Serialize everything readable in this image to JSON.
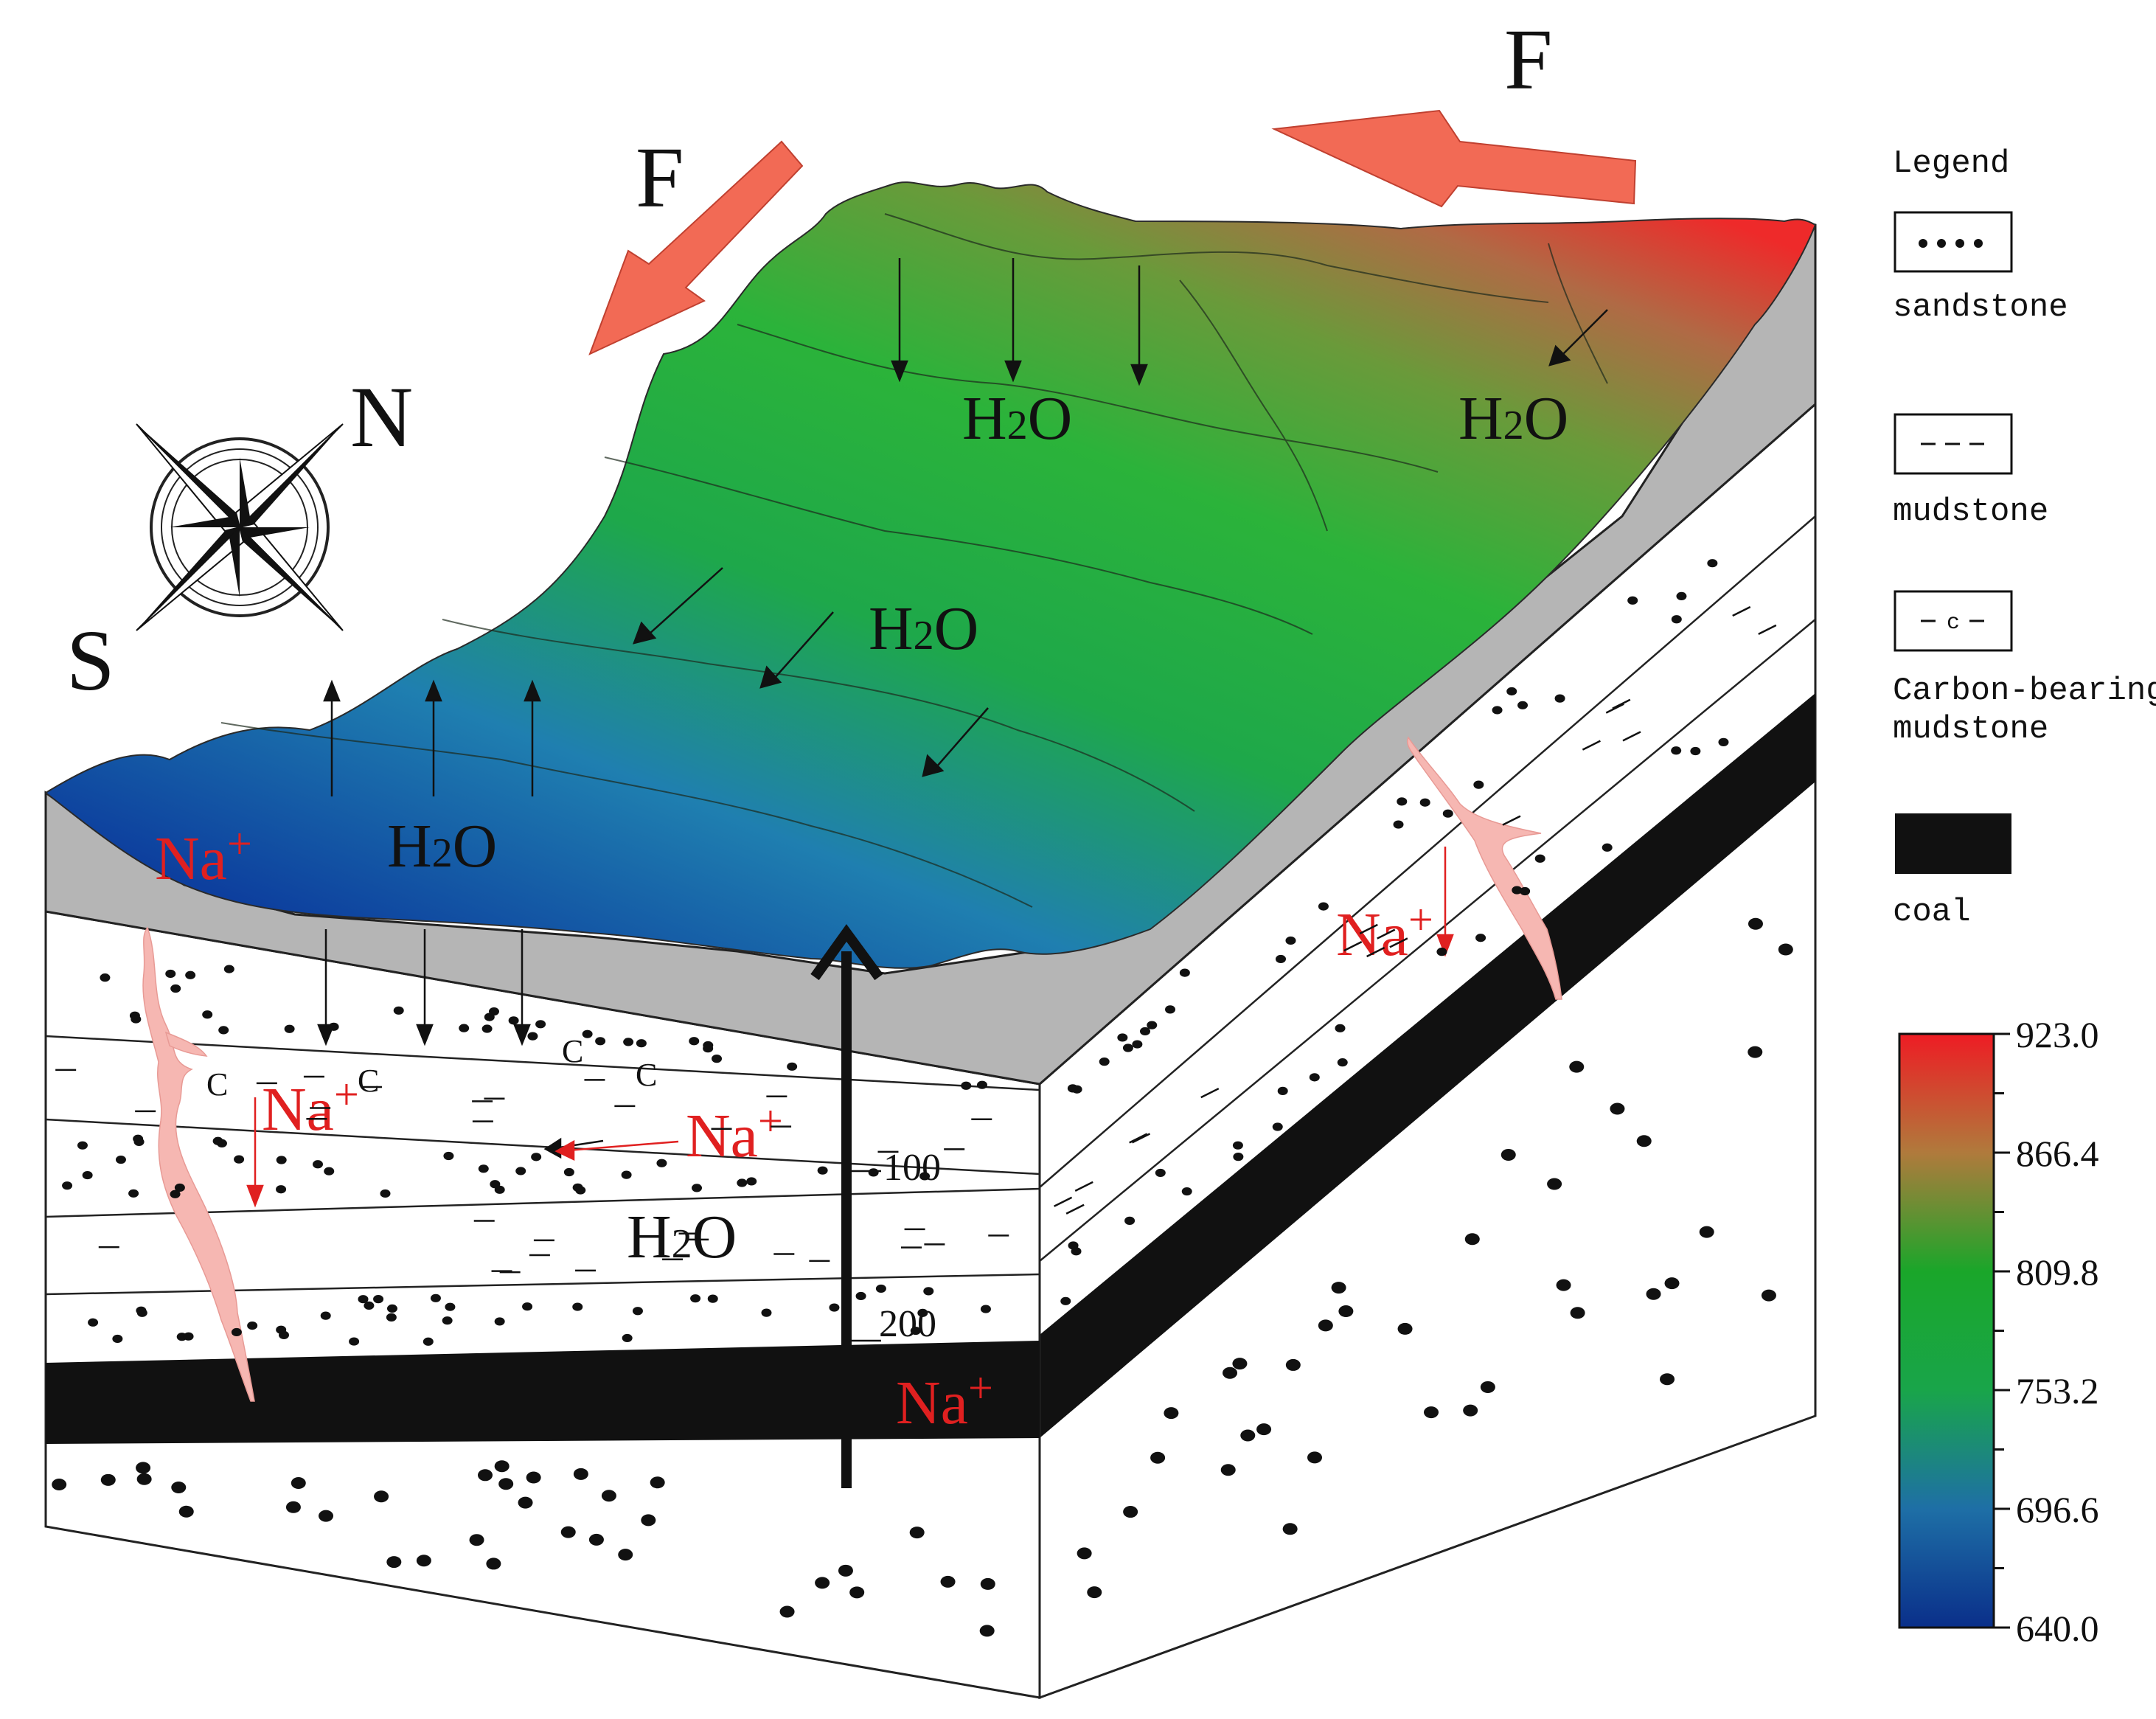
{
  "labels": {
    "force_top": "F",
    "force_left": "F",
    "compass_n": "N",
    "compass_s": "S",
    "h2o": "H",
    "h2o_sub": "2",
    "h2o_o": "O",
    "na": "Na",
    "na_sup": "+",
    "carbon_mark": "C",
    "depth_100": "100",
    "depth_200": "200"
  },
  "legend": {
    "title": "Legend",
    "items": [
      {
        "key": "sandstone",
        "label": "sandstone"
      },
      {
        "key": "mudstone",
        "label": "mudstone"
      },
      {
        "key": "carbon",
        "label": "Carbon-bearing",
        "label2": "mudstone"
      },
      {
        "key": "coal",
        "label": "coal"
      }
    ],
    "carbon_symbol": "c"
  },
  "colorbar": {
    "ticks": [
      "923.0",
      "866.4",
      "809.8",
      "753.2",
      "696.6",
      "640.0"
    ],
    "colors": {
      "high": "#ee1c24",
      "mid_high": "#b07a3c",
      "mid": "#1aa62a",
      "low": "#0a3fa8"
    }
  },
  "colors": {
    "force_arrow": "#f26a55",
    "terrain_red": "#e33b2e",
    "terrain_green": "#2aa63a",
    "terrain_blue": "#1557b0",
    "coal": "#111111",
    "red_text": "#e02020",
    "fracture": "#f4b4b0",
    "side_gray": "#b8b8b8"
  }
}
